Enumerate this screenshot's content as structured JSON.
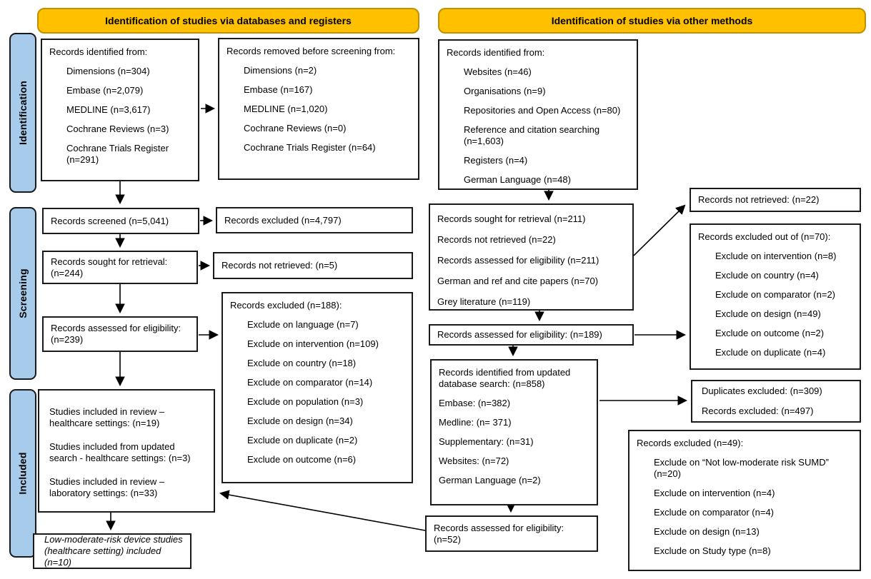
{
  "colors": {
    "banner_fill": "#FFC000",
    "banner_border": "#BF9000",
    "stage_fill": "#A7CBEB",
    "stage_border": "#1a1a1a",
    "box_border": "#1a1a1a"
  },
  "banners": {
    "databases": "Identification of studies via databases and registers",
    "other": "Identification of studies via other methods"
  },
  "stages": {
    "identification": "Identification",
    "screening": "Screening",
    "included": "Included"
  },
  "left": {
    "records_identified": {
      "title": "Records identified from:",
      "items": [
        "Dimensions (n=304)",
        "Embase (n=2,079)",
        "MEDLINE (n=3,617)",
        "Cochrane Reviews (n=3)",
        "Cochrane Trials Register (n=291)"
      ]
    },
    "records_removed": {
      "title": "Records removed before screening from:",
      "items": [
        "Dimensions (n=2)",
        "Embase (n=167)",
        "MEDLINE (n=1,020)",
        "Cochrane Reviews (n=0)",
        "Cochrane Trials Register (n=64)"
      ]
    },
    "records_screened": {
      "text": "Records screened (n=5,041)"
    },
    "records_excluded_screening": {
      "text": "Records excluded (n=4,797)"
    },
    "sought_retrieval": {
      "line1": "Records sought for retrieval:",
      "line2": "(n=244)"
    },
    "not_retrieved": {
      "text": "Records not retrieved: (n=5)"
    },
    "assessed_eligibility": {
      "line1": "Records assessed for eligibility:",
      "line2": "(n=239)"
    },
    "records_excluded_188": {
      "title": "Records excluded (n=188):",
      "items": [
        "Exclude on language (n=7)",
        "Exclude on intervention (n=109)",
        "Exclude on country (n=18)",
        "Exclude on comparator (n=14)",
        "Exclude on population (n=3)",
        "Exclude on design (n=34)",
        "Exclude on duplicate (n=2)",
        "Exclude on outcome (n=6)"
      ]
    },
    "studies_included": {
      "paragraphs": [
        "Studies included in review – healthcare settings: (n=19)",
        "Studies included from updated search - healthcare settings: (n=3)",
        "Studies included in review – laboratory settings: (n=33)"
      ]
    },
    "final_included": {
      "line1": "Low-moderate-risk device studies",
      "line2": "(healthcare setting) included (n=10)"
    }
  },
  "right": {
    "records_identified_other": {
      "title": "Records identified from:",
      "items": [
        "Websites (n=46)",
        "Organisations (n=9)",
        "Repositories and Open Access (n=80)",
        "Reference and citation searching (n=1,603)",
        "Registers (n=4)",
        "German Language (n=48)"
      ]
    },
    "retrieval_summary": {
      "lines": [
        "Records sought for retrieval (n=211)",
        "Records not retrieved (n=22)",
        "Records assessed for eligibility (n=211)",
        "German and ref and cite papers (n=70)",
        "Grey literature (n=119)"
      ]
    },
    "assessed_189": {
      "text": "Records assessed for eligibility: (n=189)"
    },
    "updated_search": {
      "title": "Records identified from updated database search: (n=858)",
      "items": [
        "Embase: (n=382)",
        "Medline: (n= 371)",
        "Supplementary: (n=31)",
        "Websites: (n=72)",
        "German Language (n=2)"
      ]
    },
    "assessed_52": {
      "line1": "Records assessed for eligibility:",
      "line2": "(n=52)"
    },
    "not_retrieved_22": {
      "text": "Records not retrieved: (n=22)"
    },
    "excluded_70": {
      "title": "Records excluded out of (n=70):",
      "items": [
        "Exclude on intervention (n=8)",
        "Exclude on country (n=4)",
        "Exclude on comparator (n=2)",
        "Exclude on design (n=49)",
        "Exclude on outcome (n=2)",
        "Exclude on duplicate (n=4)"
      ]
    },
    "duplicates_excluded": {
      "lines": [
        "Duplicates excluded: (n=309)",
        "Records excluded: (n=497)"
      ]
    },
    "excluded_49": {
      "title": "Records excluded (n=49):",
      "items": [
        "Exclude on “Not low-moderate risk SUMD” (n=20)",
        "Exclude on intervention (n=4)",
        "Exclude on comparator (n=4)",
        "Exclude on design (n=13)",
        "Exclude on Study type (n=8)"
      ]
    }
  }
}
